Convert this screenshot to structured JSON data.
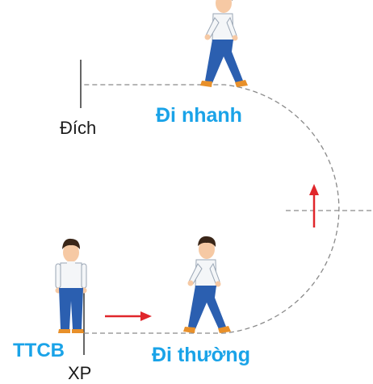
{
  "labels": {
    "finish": "Đích",
    "fast_walk": "Đi nhanh",
    "normal_walk": "Đi thường",
    "ready": "TTCB",
    "start": "XP"
  },
  "colors": {
    "label_blue": "#1aa3e8",
    "arrow_red": "#e0262b",
    "path_gray": "#8a8a8a",
    "shirt_white": "#f4f6f8",
    "trousers_blue": "#2b5fb0",
    "hair_dark": "#3a2618",
    "skin": "#f6c9a4",
    "shoe_orange": "#e8902a"
  },
  "icons": {
    "boy_ready": "boy-standing-icon",
    "boy_normal": "boy-walking-icon",
    "boy_fast": "boy-fast-walking-icon",
    "arrow_right": "arrow-right-icon",
    "arrow_up": "arrow-up-icon"
  }
}
